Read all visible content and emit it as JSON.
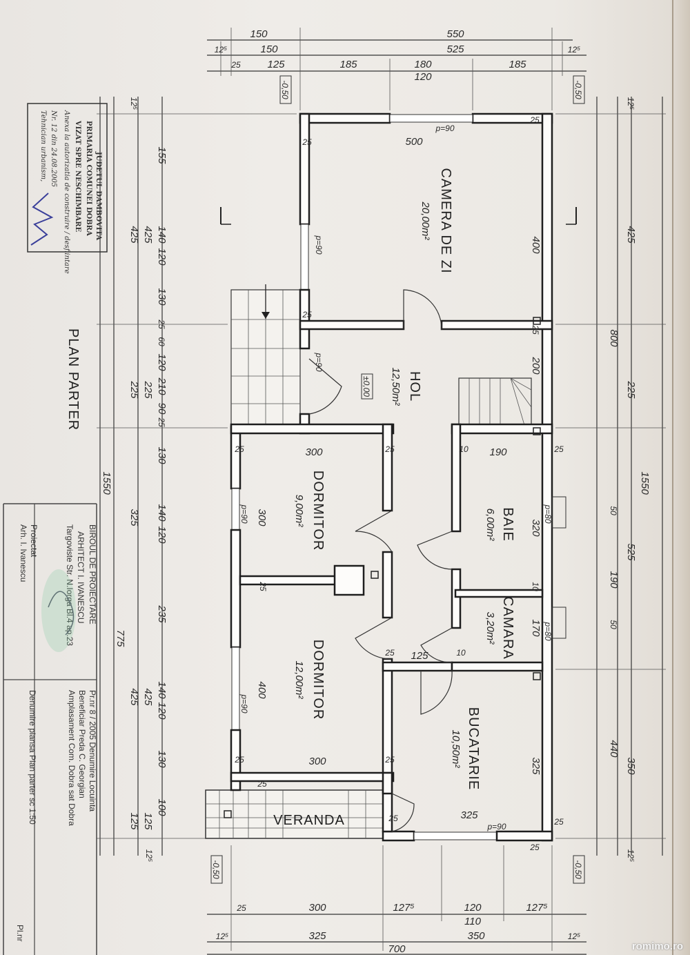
{
  "plan_title": "PLAN PARTER",
  "rooms": [
    {
      "name": "CAMERA DE ZI",
      "area": "20,00m²"
    },
    {
      "name": "HOL",
      "area": "12,50m²"
    },
    {
      "name": "DORMITOR",
      "area": "9,00m²"
    },
    {
      "name": "BAIE",
      "area": "6,00m²"
    },
    {
      "name": "CAMARA",
      "area": "3,20m²"
    },
    {
      "name": "DORMITOR",
      "area": "12,00m²"
    },
    {
      "name": "BUCATARIE",
      "area": "10,50m²"
    },
    {
      "name": "VERANDA",
      "area": ""
    }
  ],
  "levels": {
    "floor": "±0,00",
    "ground": "-0,50"
  },
  "dims_top": [
    "150",
    "550",
    "12⁵",
    "150",
    "525",
    "12⁵",
    "25",
    "125",
    "185",
    "180",
    "120",
    "185"
  ],
  "dims_bottom": [
    "25",
    "300",
    "127⁵",
    "120",
    "110",
    "127⁵",
    "12⁵",
    "325",
    "350",
    "12⁵",
    "700"
  ],
  "dims_left": [
    "12⁵",
    "155",
    "425",
    "140",
    "120",
    "425",
    "130",
    "25",
    "60",
    "120",
    "225",
    "210",
    "90",
    "225",
    "25",
    "130",
    "1550",
    "140",
    "120",
    "325",
    "235",
    "775",
    "140",
    "120",
    "425",
    "425",
    "130",
    "100",
    "125",
    "125",
    "12⁵"
  ],
  "dims_right": [
    "12⁵",
    "425",
    "800",
    "225",
    "1550",
    "525",
    "190",
    "50",
    "50",
    "440",
    "350",
    "12⁵"
  ],
  "dims_inner": [
    "p=90",
    "500",
    "25",
    "25",
    "400",
    "p=90",
    "25",
    "25",
    "200",
    "p=90",
    "300",
    "25",
    "25",
    "10",
    "190",
    "25",
    "300",
    "p=90",
    "320",
    "p=80",
    "10",
    "170",
    "p=80",
    "25",
    "125",
    "10",
    "25",
    "400",
    "p=90",
    "300",
    "25",
    "25",
    "325",
    "325",
    "p=90",
    "25",
    "25",
    "25",
    "25"
  ],
  "stamp": {
    "line1": "JUDETUL DAMBOVITA",
    "line2": "PRIMARIA COMUNEI DOBRA",
    "line3": "VIZAT SPRE NESCHIMBARE",
    "line4": "Anexa la autorizatia de construire / desfiintare",
    "line5": "Nr. 12 din 24.08.2005",
    "line6": "Tehnician urbanism,"
  },
  "title_block": {
    "office": "BIROUL DE PROIECTARE",
    "architect": "ARHITECT I. IVANESCU",
    "address": "Targoviste Str. N.Iorga Bl.4 ap.23",
    "proiectat_label": "Proiectat",
    "proiectat_name": "Arh. I. Ivanescu",
    "pr_nr": "Pr.nr 8 / 2005  Denumire Locuinta",
    "beneficiar": "Beneficiar  Preda C. Georgian",
    "amplasament": "Amplasament  Com. Dobra  sat Dobra",
    "denumire_plansa": "Denumire plansa  Plan parter  sc 1:50",
    "pl_nr": "Pl.nr"
  },
  "watermark": "romimo.ro"
}
